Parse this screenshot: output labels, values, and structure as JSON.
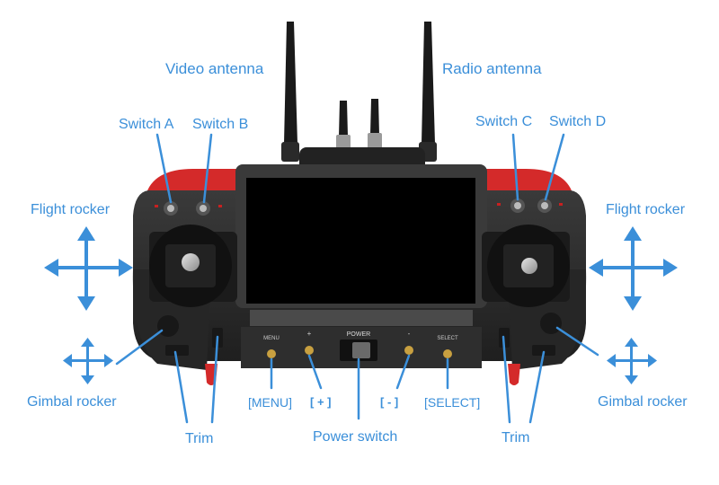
{
  "labels": {
    "video_antenna": "Video antenna",
    "radio_antenna": "Radio antenna",
    "switch_a": "Switch A",
    "switch_b": "Switch B",
    "switch_c": "Switch C",
    "switch_d": "Switch D",
    "flight_rocker_left": "Flight rocker",
    "flight_rocker_right": "Flight rocker",
    "gimbal_rocker_left": "Gimbal rocker",
    "gimbal_rocker_right": "Gimbal rocker",
    "trim_left": "Trim",
    "trim_right": "Trim",
    "menu_button": "[MENU]",
    "plus_button": "[ + ]",
    "minus_button": "[ - ]",
    "select_button": "[SELECT]",
    "power_switch": "Power switch"
  },
  "panel_text": {
    "menu": "MENU",
    "plus": "+",
    "power": "POWER",
    "minus": "-",
    "select": "SELECT"
  },
  "colors": {
    "label": "#3b8fd9",
    "arrow": "#3b8fd9",
    "body": "#2b2b2b",
    "accent_red": "#d42a2a",
    "screen": "#000000"
  }
}
